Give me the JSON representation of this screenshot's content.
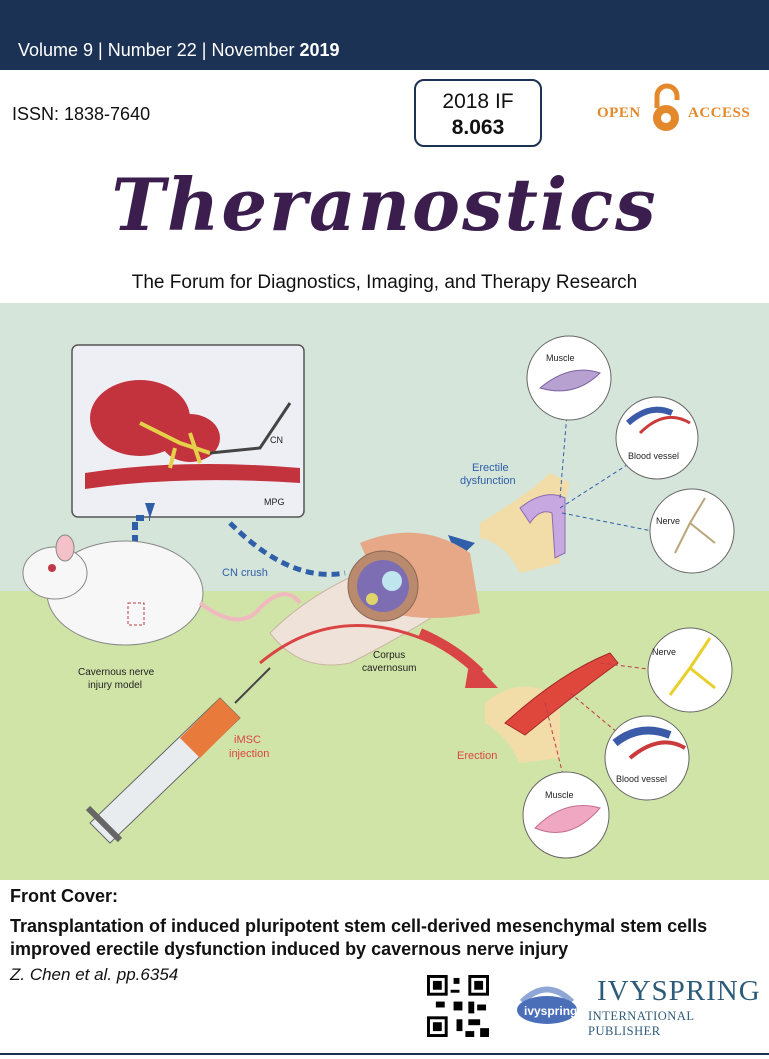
{
  "header": {
    "issue_prefix": "Volume 9 | Number 22 | November ",
    "issue_year": "2019",
    "issn": "ISSN: 1838-7640",
    "impact_label": "2018 IF",
    "impact_value": "8.063",
    "open_access_left": "OPEN",
    "open_access_right": "ACCESS"
  },
  "journal": {
    "title": "Theranostics",
    "subtitle": "The Forum for Diagnostics, Imaging, and Therapy Research"
  },
  "illustration": {
    "labels": {
      "cn": "CN",
      "mpg": "MPG",
      "cn_crush": "CN crush",
      "model_1": "Cavernous nerve",
      "model_2": "injury model",
      "imsc_1": "iMSC",
      "imsc_2": "injection",
      "corpus_1": "Corpus",
      "corpus_2": "cavernosum",
      "ed_1": "Erectile",
      "ed_2": "dysfunction",
      "erection": "Erection",
      "muscle_top": "Muscle",
      "blood_vessel_top": "Blood vessel",
      "nerve_top": "Nerve",
      "nerve_bottom": "Nerve",
      "blood_vessel_bottom": "Blood vessel",
      "muscle_bottom": "Muscle"
    },
    "colors": {
      "upper_bg": "#d2e3d8",
      "lower_bg": "#cfe3a6",
      "blue_arrow": "#2f5fa8",
      "red_arrow": "#d94545"
    }
  },
  "caption": {
    "heading": "Front Cover:",
    "title": "Transplantation of induced pluripotent stem cell-derived mesenchymal stem cells improved erectile dysfunction induced by cavernous nerve injury",
    "authors": "Z. Chen et al. pp.6354"
  },
  "publisher": {
    "name": "IVYSPRING",
    "subtitle": "INTERNATIONAL PUBLISHER",
    "logo_text": "ivyspring",
    "qr_icon": "qr-code-icon"
  }
}
